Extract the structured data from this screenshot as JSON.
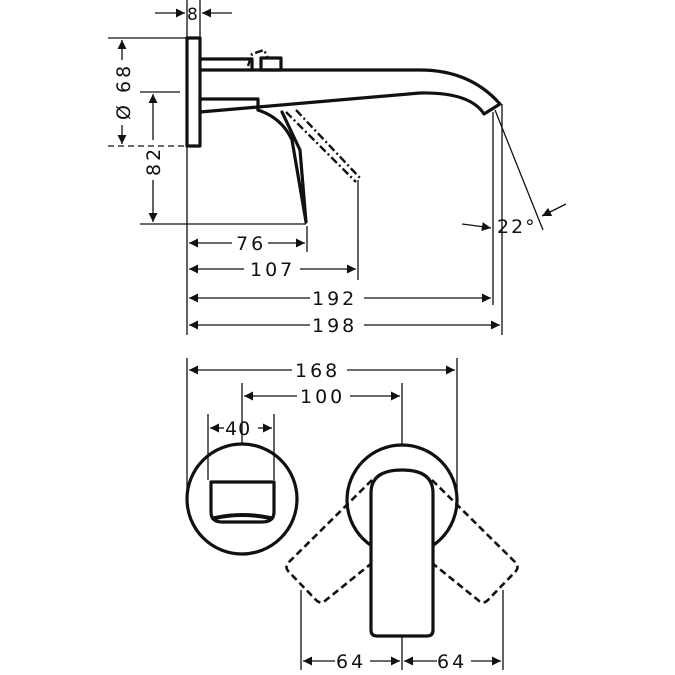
{
  "diagram": {
    "type": "technical-dimension-drawing",
    "subject": "wall-mounted single-lever basin mixer with spout",
    "colors": {
      "line": "#111111",
      "background": "#ffffff"
    },
    "side_view": {
      "dimensions": {
        "plate_thickness": "8",
        "plate_diameter": "Ø 68",
        "lever_height": "82",
        "lever_reach": "76",
        "lever_open_reach": "107",
        "spout_reach": "192",
        "total_projection": "198",
        "outlet_angle": "22°"
      }
    },
    "front_view": {
      "dimensions": {
        "overall_width": "168",
        "center_distance": "100",
        "spout_outlet_width": "40",
        "lever_swing_left": "64",
        "lever_swing_right": "64"
      }
    }
  }
}
